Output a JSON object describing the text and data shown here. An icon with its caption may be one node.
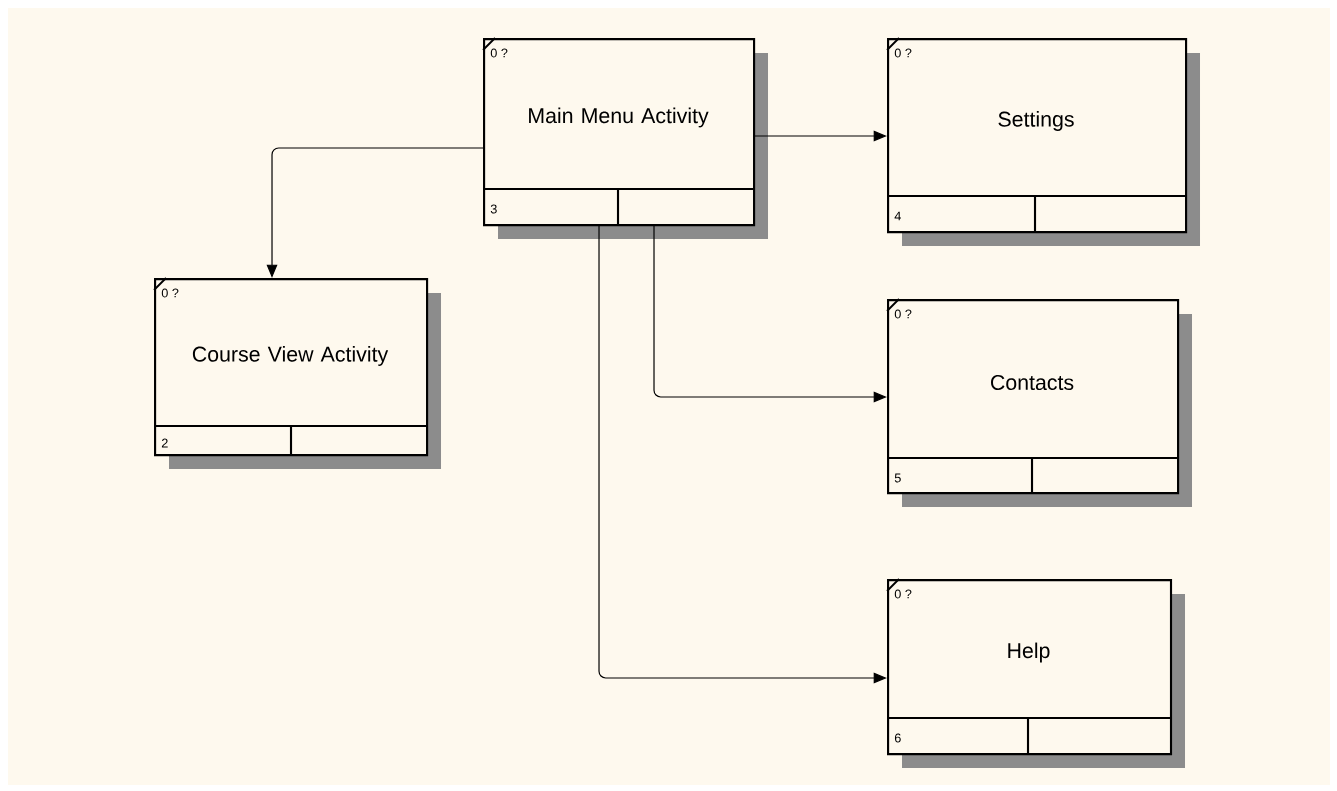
{
  "diagram": {
    "nodes": [
      {
        "text": [
          "0 ?",
          "Main Menu Activity",
          "3"
        ]
      },
      {
        "text": [
          "0 ?",
          "Settings",
          "4"
        ]
      },
      {
        "text": [
          "0 ?",
          "Course View Activity",
          "2"
        ]
      },
      {
        "text": [
          "0 ?",
          "Contacts",
          "5"
        ]
      },
      {
        "text": [
          "0 ?",
          "Help",
          "6"
        ]
      }
    ],
    "edges": [
      {
        "from": 0,
        "to": 2,
        "arrow": "to"
      },
      {
        "from": 0,
        "to": 1,
        "arrow": "to"
      },
      {
        "from": 0,
        "to": 3,
        "arrow": "to"
      },
      {
        "from": 0,
        "to": 4,
        "arrow": "to"
      }
    ]
  }
}
